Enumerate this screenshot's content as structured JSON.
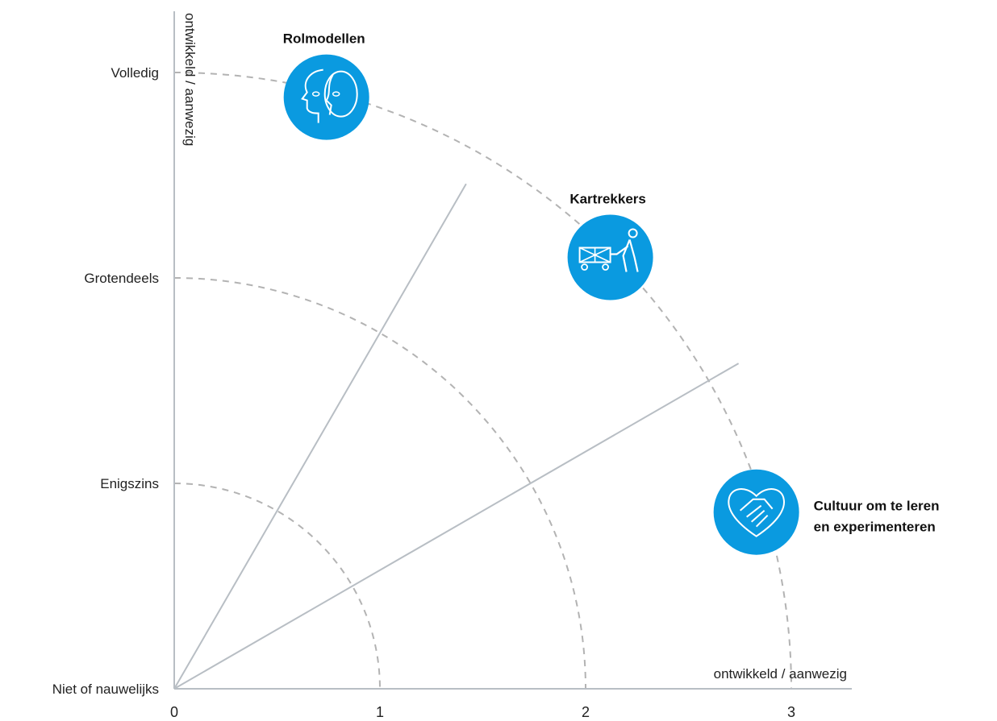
{
  "chart_data": {
    "type": "scatter",
    "title": "",
    "xlabel": "ontwikkeld / aanwezig",
    "ylabel": "ontwikkeld / aanwezig",
    "x_ticks": [
      0,
      1,
      2,
      3
    ],
    "y_ticks": [
      {
        "value": 0,
        "label": "Niet of nauwelijks"
      },
      {
        "value": 1,
        "label": "Enigszins"
      },
      {
        "value": 2,
        "label": "Grotendeels"
      },
      {
        "value": 3,
        "label": "Volledig"
      }
    ],
    "xlim": [
      0,
      3.3
    ],
    "ylim": [
      0,
      3.3
    ],
    "grid": "concentric dashed arcs at radius 1, 2, 3",
    "rays": [
      {
        "name": "ray-60",
        "angle_deg": 60
      },
      {
        "name": "ray-30",
        "angle_deg": 30
      }
    ],
    "points": [
      {
        "id": "rolmodellen",
        "label": [
          "Rolmodellen"
        ],
        "icon": "faces-icon",
        "x": 0.74,
        "y": 2.88
      },
      {
        "id": "kartrekkers",
        "label": [
          "Kartrekkers"
        ],
        "icon": "cart-pull-icon",
        "x": 2.12,
        "y": 2.1
      },
      {
        "id": "cultuur",
        "label": [
          "Cultuur om te leren",
          "en experimenteren"
        ],
        "icon": "handshake-heart-icon",
        "x": 2.83,
        "y": 0.86
      }
    ],
    "colors": {
      "marker": "#0a9ae0",
      "axis": "#b8bec4",
      "grid": "#b3b3b3",
      "icon": "#ffffff"
    }
  }
}
